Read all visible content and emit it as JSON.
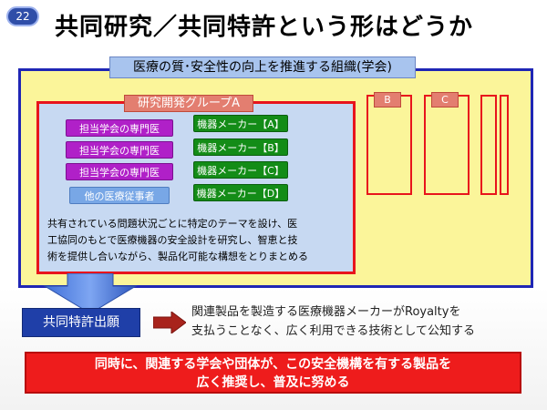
{
  "page_number": "22",
  "title": "共同研究／共同特許という形はどうか",
  "organization": {
    "label": "医療の質･安全性の向上を推進する組織(学会)"
  },
  "research_group": {
    "label": "研究開発グループA",
    "members_left": [
      "担当学会の専門医",
      "担当学会の専門医",
      "担当学会の専門医",
      "他の医療従事者"
    ],
    "members_right": [
      "機器メーカー【A】",
      "機器メーカー【B】",
      "機器メーカー【C】",
      "機器メーカー【D】"
    ],
    "description_lines": [
      "共有されている問題状況ごとに特定のテーマを設け、医",
      "工協同のもとで医療機器の安全設計を研究し、智恵と技",
      "術を提供し合いながら、製品化可能な構想をとりまとめる"
    ]
  },
  "other_groups": [
    "B",
    "C"
  ],
  "patent": {
    "label": "共同特許出願",
    "description_lines": [
      "関連製品を製造する医療機器メーカーがRoyaltyを",
      "支払うことなく、広く利用できる技術として公知する"
    ]
  },
  "banner_lines": [
    "同時に、関連する学会や団体が、この安全機構を有する製品を",
    "広く推奨し、普及に努める"
  ],
  "colors": {
    "org_border": "#1f26b5",
    "org_fill": "#fbf59a",
    "group_border": "#e8141c",
    "group_fill": "#c7d9f2",
    "doctor_fill": "#b020c8",
    "maker_fill": "#138c17",
    "other_staff_fill": "#78a7e6",
    "patent_fill": "#1f3fa8",
    "banner_fill": "#ee1c1c"
  }
}
